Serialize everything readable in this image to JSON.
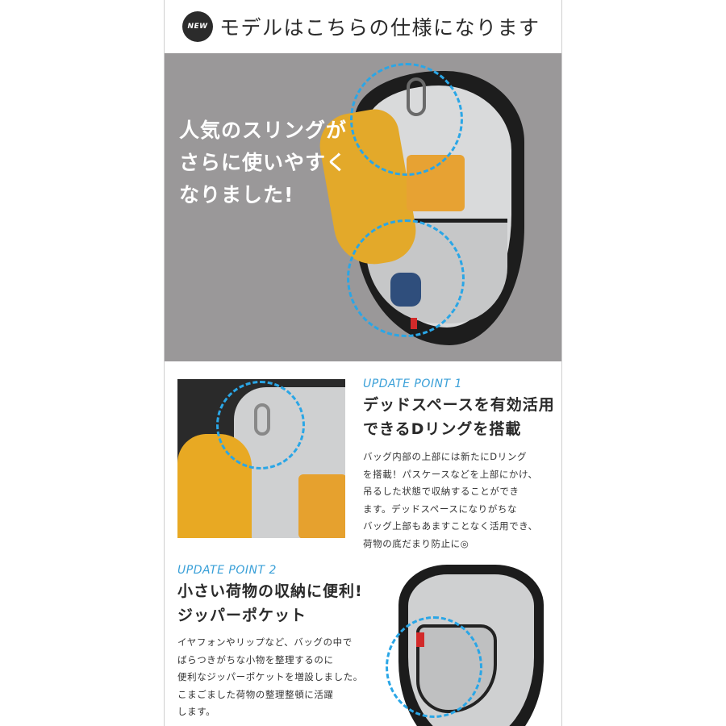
{
  "header": {
    "badge": "NEW",
    "title": "モデルはこちらの仕様になります"
  },
  "hero": {
    "copy_lines": [
      "人気のスリングが",
      "さらに使いやすく",
      "なりました!"
    ]
  },
  "update1": {
    "label": "UPDATE POINT 1",
    "heading_lines": [
      "デッドスペースを有効活用",
      "できるDリングを搭載"
    ],
    "body_lines": [
      "バッグ内部の上部には新たにDリング",
      "を搭載！パスケースなどを上部にかけ、",
      "吊るした状態で収納することができ",
      "ます。デッドスペースになりがちな",
      "バッグ上部もあますことなく活用でき、",
      "荷物の底だまり防止に◎"
    ]
  },
  "update2": {
    "label": "UPDATE POINT 2",
    "heading_lines": [
      "小さい荷物の収納に便利!",
      "ジッパーポケット"
    ],
    "body_lines": [
      "イヤフォンやリップなど、バッグの中で",
      "ばらつきがちな小物を整理するのに",
      "便利なジッパーポケットを増設しました。",
      "こまごました荷物の整理整頓に活躍",
      "します。"
    ]
  },
  "colors": {
    "accent_blue": "#2aa6e6",
    "hero_bg": "#9a9899",
    "label_blue": "#3aa0d8"
  }
}
